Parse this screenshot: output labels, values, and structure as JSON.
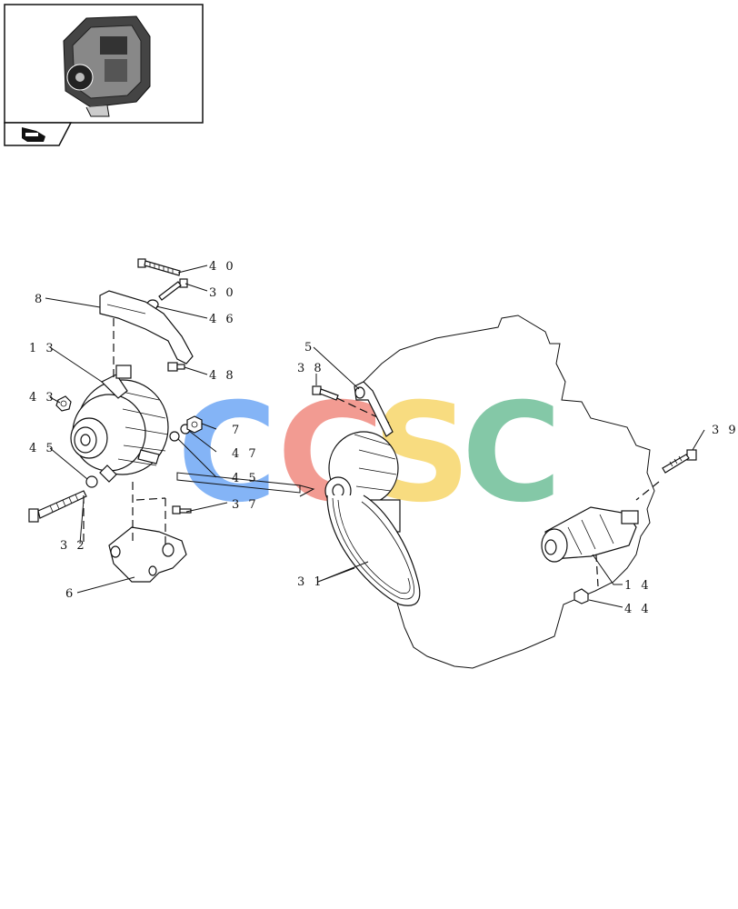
{
  "thumbnail": {
    "icon": "engine-thumbnail-icon",
    "nav_icon": "hand-pointer-icon"
  },
  "callouts": [
    {
      "id": "c40",
      "text": "4 0"
    },
    {
      "id": "c30",
      "text": "3 0"
    },
    {
      "id": "c8",
      "text": "8"
    },
    {
      "id": "c46",
      "text": "4 6"
    },
    {
      "id": "c13",
      "text": "1 3"
    },
    {
      "id": "c48",
      "text": "4 8"
    },
    {
      "id": "c43",
      "text": "4 3"
    },
    {
      "id": "c7",
      "text": "7"
    },
    {
      "id": "c45a",
      "text": "4 5"
    },
    {
      "id": "c47",
      "text": "4 7"
    },
    {
      "id": "c45b",
      "text": "4 5"
    },
    {
      "id": "c37",
      "text": "3 7"
    },
    {
      "id": "c32",
      "text": "3 2"
    },
    {
      "id": "c6",
      "text": "6"
    },
    {
      "id": "c5",
      "text": "5"
    },
    {
      "id": "c38",
      "text": "3 8"
    },
    {
      "id": "c31",
      "text": "3 1"
    },
    {
      "id": "c39",
      "text": "3 9"
    },
    {
      "id": "c14",
      "text": "1 4"
    },
    {
      "id": "c44",
      "text": "4 4"
    }
  ],
  "watermark": {
    "text": "CGSC",
    "colors": [
      "#6fa8f5",
      "#f08a80",
      "#f7d66a",
      "#6fbf98"
    ]
  }
}
